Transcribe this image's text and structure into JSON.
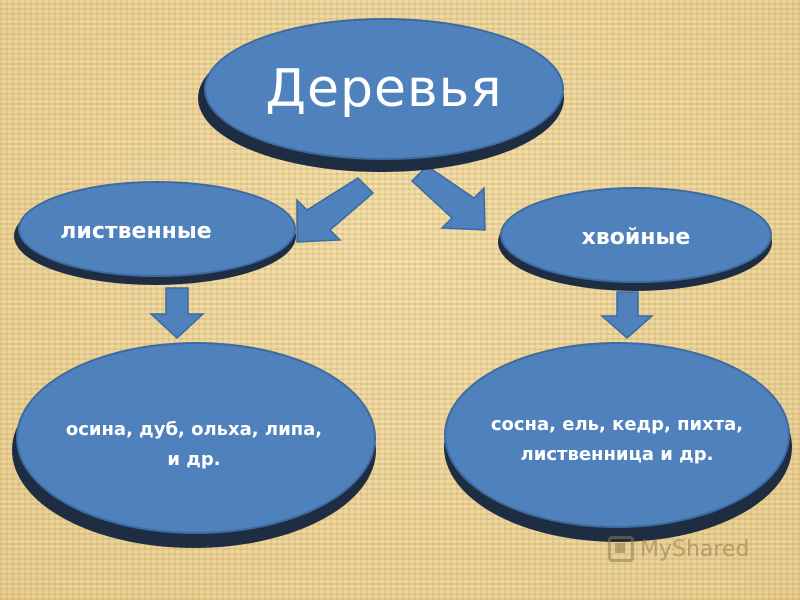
{
  "root": {
    "label": "Деревья"
  },
  "categories": [
    {
      "label": "лиственные",
      "examples": "осина, дуб, ольха, липа, и др."
    },
    {
      "label": "хвойные",
      "examples": "сосна, ель, кедр, пихта, лиственница и др."
    }
  ],
  "watermark": {
    "text": "MyShared"
  },
  "colors": {
    "node_fill": "#4f81bd",
    "node_shadow": "#1f2d42",
    "arrow_fill": "#4f81bd",
    "background": "#e9d39a"
  }
}
